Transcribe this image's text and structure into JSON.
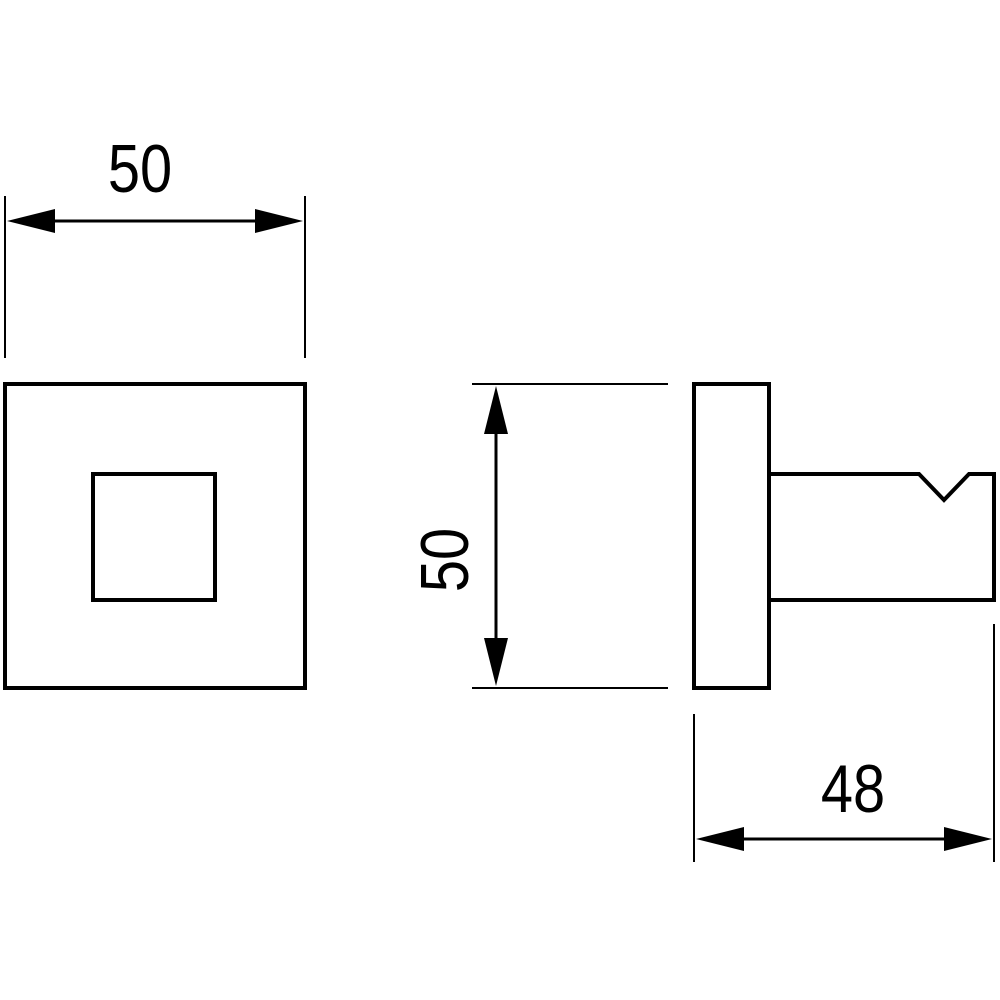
{
  "dimensions": {
    "front_width": "50",
    "side_height": "50",
    "side_depth": "48"
  },
  "colors": {
    "line": "#000000",
    "background": "#ffffff"
  }
}
